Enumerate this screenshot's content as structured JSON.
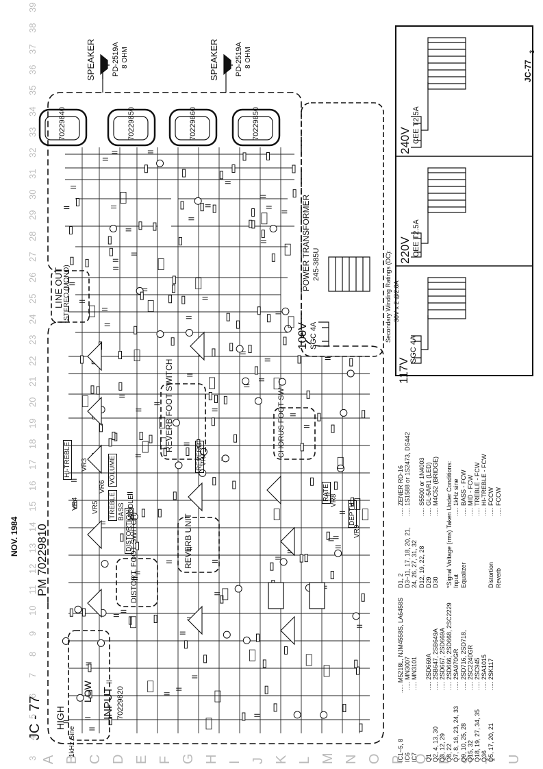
{
  "header": {
    "date": "NOV. 1984",
    "model": "JC-77",
    "page_number": "3",
    "model_title": "JC - 77",
    "pm_label": "PM 70229810"
  },
  "grid": {
    "numbers": [
      "3",
      "4",
      "5",
      "6",
      "7",
      "8",
      "9",
      "10",
      "11",
      "12",
      "13",
      "14",
      "15",
      "16",
      "17",
      "18",
      "19",
      "20",
      "21",
      "22",
      "23",
      "24",
      "25",
      "26",
      "27",
      "28",
      "29",
      "30",
      "31",
      "32",
      "33",
      "34",
      "35",
      "36",
      "37",
      "38",
      "39"
    ],
    "letters": [
      "A",
      "B",
      "C",
      "D",
      "E",
      "F",
      "G",
      "H",
      "I",
      "J",
      "K",
      "L",
      "M",
      "N",
      "O",
      "P",
      "Q",
      "R",
      "S",
      "T",
      "U"
    ]
  },
  "blocks": {
    "input": {
      "title": "INPUT",
      "part": "70229820",
      "high": "HIGH",
      "low": "LOW"
    },
    "distortion_foot_switch": "DISTORT. FOOT SWITCH",
    "reverb_unit": "REVERB UNIT",
    "reverb_foot_switch": "REVERB FOOT SWITCH",
    "chorus_foot_switch": "CHORUS FOOT SW",
    "line_out": "LINE OUT",
    "stereo_mono": "STEREO (MONO)",
    "power_transformer": "POWER TRANSFORMER",
    "power_transformer_part": "245-385U",
    "speaker_1": "SPEAKER",
    "speaker_2": "SPEAKER",
    "speaker_model": "PD-2519A",
    "speaker_impedance": "8 OHM",
    "power_amp_part": "70229840",
    "power_amp_part_2": "70229850",
    "power_amp_part_3": "70229860",
    "power_amp_part_4": "70229850",
    "secondary_rating_title": "Secondary Winding Ratings (DC):",
    "secondary_rating_value": "30V x 2 @2.0A",
    "v100": "100V",
    "v117": "117V",
    "v220": "220V",
    "v240": "240V",
    "fuse_4a": "SGC 4A",
    "fuse_t25a": "CEE T2.5A",
    "controls": {
      "hi_treble": "HI-TREBLE",
      "treble": "TREBLE",
      "bass": "BASS",
      "middle": "MIDDLE",
      "volume": "VOLUME",
      "distortion": "DISTORTION",
      "reverb": "REVERB",
      "rate": "RATE",
      "depth": "DEPTH",
      "vr3": "VR3",
      "vr4": "VR4",
      "vr5": "VR5",
      "vr6": "VR6",
      "vr7": "VR7",
      "vr8": "VR8",
      "vr9": "VR9"
    },
    "test_signal": "1kHz Sine"
  },
  "parts_list": {
    "ics": [
      {
        "ref": "IC1~5, 8",
        "value": "M5218L, NJM4558S, LA6458S"
      },
      {
        "ref": "IC6",
        "value": "MN3007"
      },
      {
        "ref": "IC7",
        "value": "MN3101"
      }
    ],
    "transistors": [
      {
        "ref": "Q1",
        "value": "2SD669A"
      },
      {
        "ref": "Q2, 4, 13, 30",
        "value": "2SB647, 2SB649A"
      },
      {
        "ref": "Q3, 12, 29",
        "value": "2SD667, 2SD669A"
      },
      {
        "ref": "Q8, 22",
        "value": "2SD666, 2SD668, 2SC2229"
      },
      {
        "ref": "Q7, 8, 16, 23, 24, 33",
        "value": "2SA970GR"
      },
      {
        "ref": "Q9, 10, 25, 28",
        "value": "2SD716, 2SD718,"
      },
      {
        "ref": "Q15, 32",
        "value": "2SC2240GR"
      },
      {
        "ref": "Q18, 19, 27, 34, 35",
        "value": "2SC945"
      },
      {
        "ref": "Q36",
        "value": "2SA1015"
      },
      {
        "ref": "Q5, 17, 20, 21",
        "value": "2SK117"
      }
    ],
    "diodes": [
      {
        "ref": "D1, 2",
        "value": "ZENER  RD-16"
      },
      {
        "ref": "D3~11, 17, 18, 20, 21,",
        "value": "1S1588 or 1S2473, DS442"
      },
      {
        "ref": "24, 26, 27, 31, 32",
        "value": ""
      },
      {
        "ref": "D12, 19, 22, 28",
        "value": "S5500 or 1N4003"
      },
      {
        "ref": "D29",
        "value": "GL-5AR1 (LED)"
      },
      {
        "ref": "D30",
        "value": "M4C52 (BRIDGE)"
      }
    ],
    "signal_note": "*Signal Voltage (rms) Taken Under Conditions:",
    "conditions": [
      {
        "name": "Input",
        "value": "1kHz sine"
      },
      {
        "name": "Equalizer",
        "value": "BASS - FCW"
      },
      {
        "name": "",
        "value": "MID - FCW"
      },
      {
        "name": "",
        "value": "TREBLE - FCW"
      },
      {
        "name": "",
        "value": "HI-TREBLE - FCW"
      },
      {
        "name": "Distortion",
        "value": "FCCW"
      },
      {
        "name": "Reverb",
        "value": "FCCW"
      }
    ]
  }
}
